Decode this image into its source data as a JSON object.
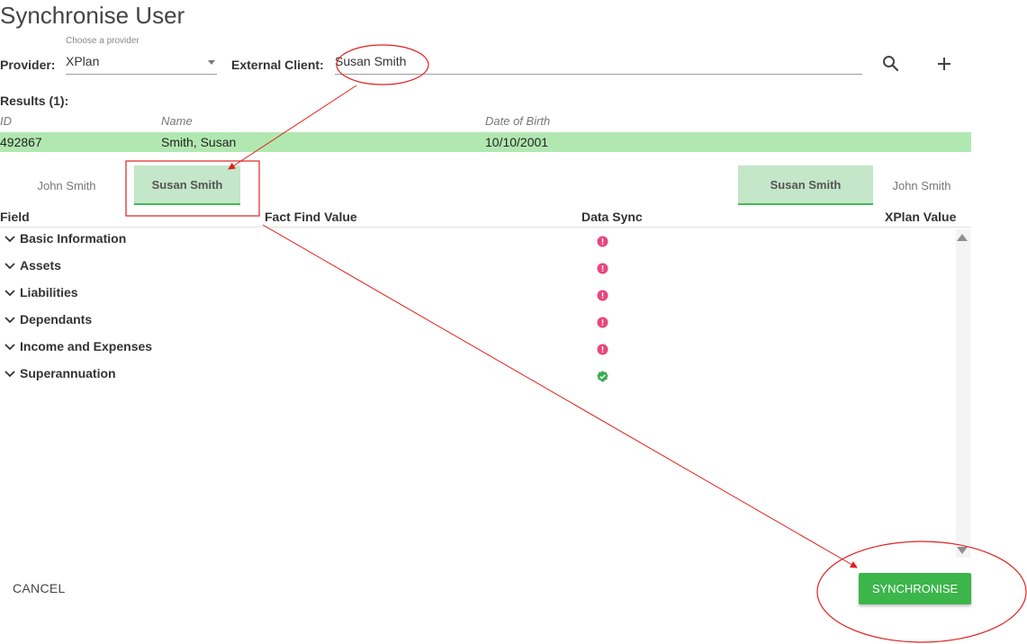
{
  "page": {
    "title": "Synchronise User"
  },
  "provider": {
    "label": "Provider:",
    "helper": "Choose a provider",
    "value": "XPlan"
  },
  "external_client": {
    "label": "External Client:",
    "value": "Susan Smith"
  },
  "toolbar": {
    "search_icon": "search-icon",
    "add_icon": "plus-icon"
  },
  "results": {
    "label": "Results (1):",
    "columns": [
      "ID",
      "Name",
      "Date of Birth"
    ],
    "rows": [
      {
        "id": "492867",
        "name": "Smith, Susan",
        "dob": "10/10/2001"
      }
    ]
  },
  "left_tabs": [
    {
      "label": "John Smith"
    },
    {
      "label": "Susan Smith",
      "active": true
    }
  ],
  "right_tabs": [
    {
      "label": "Susan Smith",
      "active": true
    },
    {
      "label": "John Smith"
    }
  ],
  "table": {
    "headers": {
      "field": "Field",
      "fact_find": "Fact Find Value",
      "data_sync": "Data Sync",
      "xplan": "XPlan Value"
    },
    "sections": [
      {
        "label": "Basic Information",
        "status": "error"
      },
      {
        "label": "Assets",
        "status": "error"
      },
      {
        "label": "Liabilities",
        "status": "error"
      },
      {
        "label": "Dependants",
        "status": "error"
      },
      {
        "label": "Income and Expenses",
        "status": "error"
      },
      {
        "label": "Superannuation",
        "status": "ok"
      }
    ]
  },
  "actions": {
    "cancel": "CANCEL",
    "synchronise": "SYNCHRONISE"
  },
  "colors": {
    "accent": "#3cb54a",
    "row_highlight": "#b1e8b1",
    "tab_active": "#c4e6c9",
    "error": "#e8467c",
    "ok": "#3aac51",
    "annotation": "#e0201f"
  }
}
